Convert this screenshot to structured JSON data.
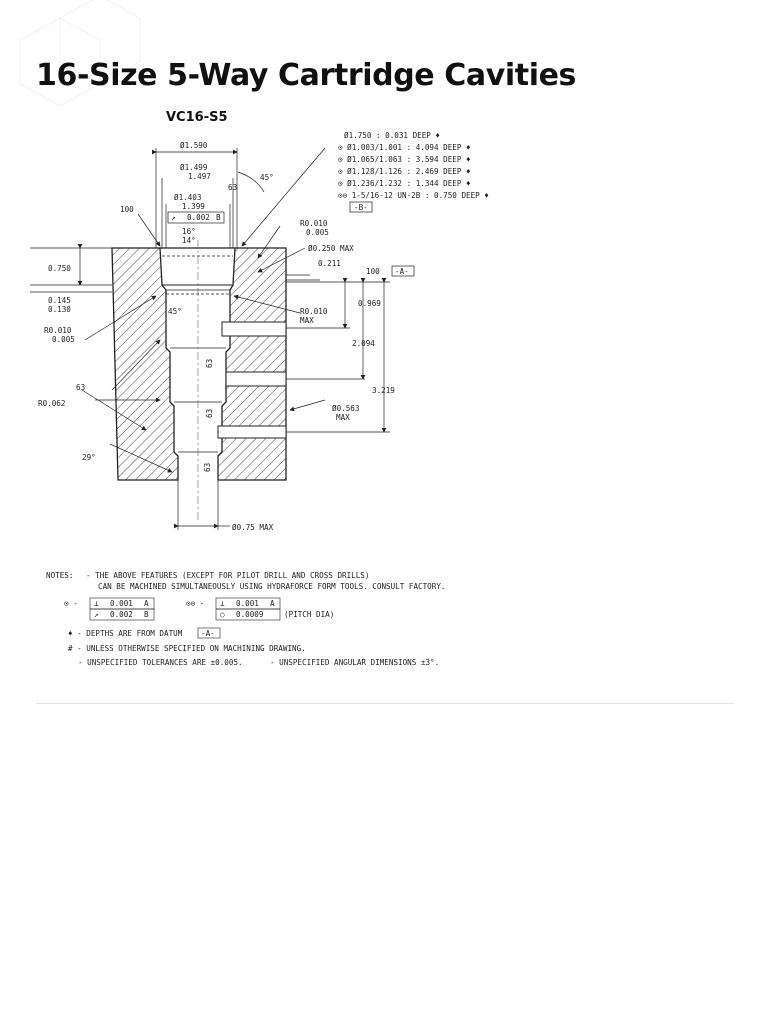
{
  "page": {
    "title": "16-Size 5-Way Cartridge Cavities"
  },
  "figure": {
    "model": "VC16-S5",
    "callouts": {
      "c1": "Ø1.750 : 0.031 DEEP ♦",
      "c2": "⊙ Ø1.003/1.001 : 4.094 DEEP ♦",
      "c3": "⊙ Ø1.065/1.063 : 3.594 DEEP ♦",
      "c4": "⊙ Ø1.128/1.126 : 2.469 DEEP ♦",
      "c5": "⊙ Ø1.236/1.232 : 1.344 DEEP ♦",
      "c6": "⊙⊙ 1-5/16-12 UN-2B : 0.750 DEEP ♦",
      "datum_b": "-B-"
    },
    "dims": {
      "d1590": "Ø1.590",
      "d1499": "Ø1.499",
      "d1497": "1.497",
      "d1403": "Ø1.403",
      "d1399": "1.399",
      "runout_val": "0.002",
      "runout_ref": "B",
      "finish100": "100",
      "finish100b": "100",
      "ang16": "16°",
      "ang14": "14°",
      "ang45a": "45°",
      "ang45b": "45°",
      "f63a": "63",
      "f63b": "63",
      "f63c": "63",
      "f63d": "63",
      "f63e": "63",
      "r010a": "R0.010",
      "r005a": "0.005",
      "d250": "Ø0.250 MAX",
      "d211": "0.211",
      "datum_a": "-A-",
      "d0750": "0.750",
      "d0145": "0.145",
      "d0130": "0.130",
      "r010b": "R0.010",
      "r005b": "0.005",
      "d969": "0.969",
      "r010max": "R0.010",
      "r010max2": "MAX",
      "d2094": "2.094",
      "d3219": "3.219",
      "r062": "R0.062",
      "d563": "Ø0.563",
      "d563max": "MAX",
      "ang29": "29°",
      "d075": "Ø0.75 MAX"
    },
    "notes": {
      "label": "NOTES:",
      "l1": "- THE ABOVE FEATURES (EXCEPT FOR PILOT DRILL AND CROSS DRILLS)",
      "l2": "CAN BE MACHINED SIMULTANEOUSLY USING HYDRAFORCE FORM TOOLS. CONSULT FACTORY.",
      "t1a": "0.001",
      "t1b": "A",
      "t2a": "0.002",
      "t2b": "B",
      "t3a": "0.001",
      "t3b": "A",
      "t4a": "0.0009",
      "t4c": "(PITCH DIA)",
      "l5": "♦ - DEPTHS ARE FROM DATUM",
      "l5d": "-A-",
      "l6": "# - UNLESS OTHERWISE SPECIFIED ON MACHINING DRAWING.",
      "l7": "- UNSPECIFIED TOLERANCES ARE ±0.005.",
      "l8": "- UNSPECIFIED ANGULAR DIMENSIONS ±3°."
    }
  }
}
